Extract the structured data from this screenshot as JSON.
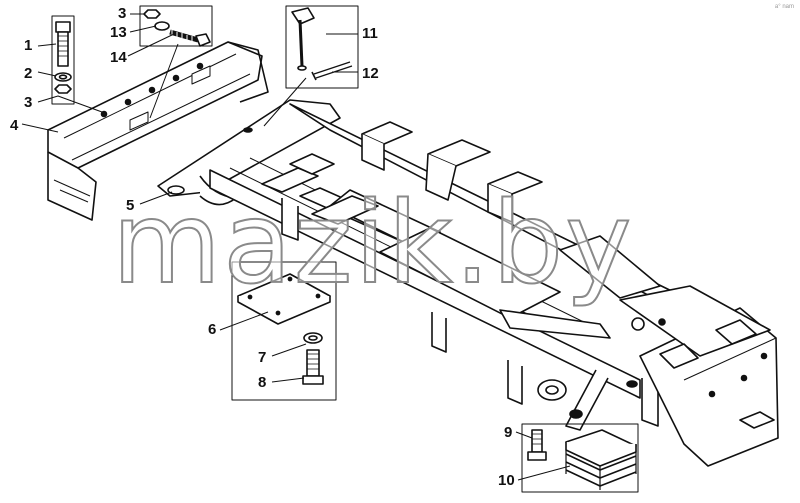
{
  "diagram": {
    "callouts": [
      "1",
      "2",
      "3",
      "3",
      "4",
      "5",
      "6",
      "7",
      "8",
      "9",
      "10",
      "11",
      "12",
      "13",
      "14"
    ],
    "watermark": "mazik.by",
    "corner_note": "a° nam",
    "colors": {
      "ink": "#111111",
      "paper": "#ffffff",
      "watermark_stroke": "#8a8a8a"
    }
  }
}
